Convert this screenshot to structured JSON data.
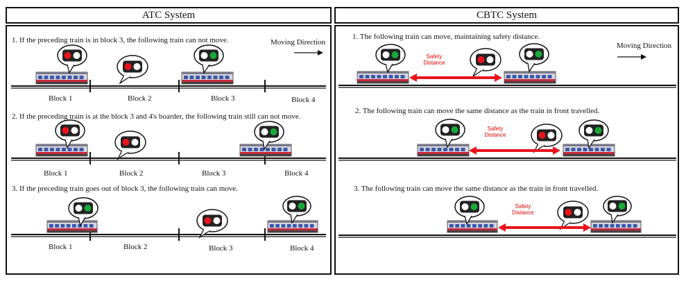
{
  "atc": {
    "title": "ATC System",
    "direction": "Moving Direction",
    "scenes": [
      {
        "text": "1. If the preceding train is in block 3, the following train can not move.",
        "blocks": [
          "Block 1",
          "Block 2",
          "Block 3",
          "Block 4"
        ]
      },
      {
        "text": "2. If the preceding train is at the block 3 and 4's boarder, the following train still can not move.",
        "blocks": [
          "Block 1",
          "Block 2",
          "Block 3",
          "Block 4"
        ]
      },
      {
        "text": "3. If the preceding train goes out of block 3, the following train can move.",
        "blocks": [
          "Block 1",
          "Block 2",
          "Block 3",
          "Block 4"
        ]
      }
    ]
  },
  "cbtc": {
    "title": "CBTC System",
    "direction": "Moving Direction",
    "safety_label": [
      "Safety",
      "Distance"
    ],
    "scenes": [
      {
        "text": "1. The following train can move, maintaining safety distance."
      },
      {
        "text": "2. The following train can move the same distance as the train in front travelled."
      },
      {
        "text": "3. The following train can move the same distance as the train in front travelled."
      }
    ]
  },
  "colors": {
    "red": "#e8141c",
    "green": "#19a83a",
    "signal_body": "#222222"
  }
}
